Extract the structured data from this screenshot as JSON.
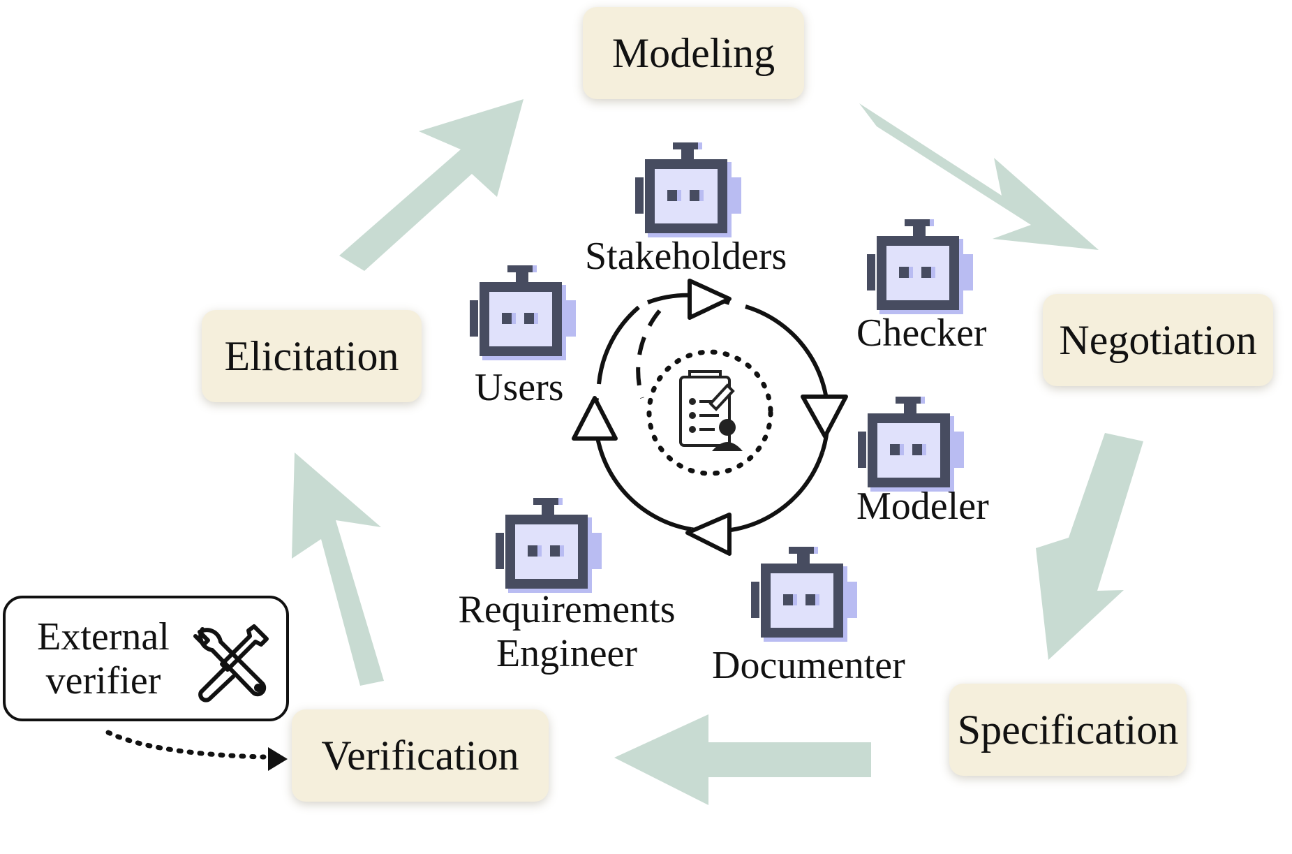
{
  "phases": {
    "modeling": "Modeling",
    "negotiation": "Negotiation",
    "specification": "Specification",
    "verification": "Verification",
    "elicitation": "Elicitation"
  },
  "agents": {
    "stakeholders": "Stakeholders",
    "checker": "Checker",
    "modeler": "Modeler",
    "documenter": "Documenter",
    "requirements_engineer_line1": "Requirements",
    "requirements_engineer_line2": "Engineer",
    "users": "Users"
  },
  "external_verifier": {
    "line1": "External",
    "line2": "verifier"
  },
  "icons": [
    "robot-icon",
    "document-user-icon",
    "wrench-screwdriver-icon"
  ],
  "colors": {
    "phase_box": "#f5efdc",
    "flow_arrow": "#c8dbd2",
    "robot_face": "#e0e1fb",
    "robot_outline": "#5b6072"
  }
}
